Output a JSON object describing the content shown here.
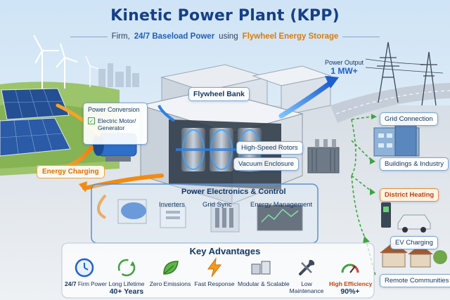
{
  "title": "Kinetic Power Plant (KPP)",
  "subtitle": {
    "prefix": "Firm,",
    "highlight1": "24/7 Baseload Power",
    "middle": "using",
    "highlight2": "Flywheel Energy Storage"
  },
  "power_output": {
    "label": "Power Output",
    "value": "1 MW+"
  },
  "labels": {
    "flywheel_bank": "Flywheel Bank",
    "power_conversion": "Power Conversion",
    "electric_motor": "Electric Motor/\nGenerator",
    "high_speed_rotors": "High-Speed Rotors",
    "vacuum_enclosure": "Vacuum Enclosure",
    "energy_charging": "Energy Charging",
    "power_electronics": "Power Electronics & Control",
    "inverters": "Inverters",
    "grid_sync": "Grid Sync",
    "energy_management": "Energy Management"
  },
  "outputs": [
    {
      "label": "Grid Connection",
      "highlight": false
    },
    {
      "label": "Buildings & Industry",
      "highlight": false
    },
    {
      "label": "District Heating",
      "highlight": true
    },
    {
      "label": "EV Charging",
      "highlight": false
    },
    {
      "label": "Remote Communities",
      "highlight": false
    }
  ],
  "key_advantages": {
    "title": "Key Advantages",
    "items": [
      {
        "icon": "clock-icon",
        "label": "24/7",
        "sub": "Firm Power",
        "big": ""
      },
      {
        "icon": "cycle-icon",
        "label": "Long Lifetime",
        "sub": "",
        "big": "40+ Years"
      },
      {
        "icon": "leaf-icon",
        "label": "Zero Emissions",
        "sub": "",
        "big": ""
      },
      {
        "icon": "lightning-icon",
        "label": "Fast Response",
        "sub": "",
        "big": ""
      },
      {
        "icon": "modules-icon",
        "label": "Modular & Scalable",
        "sub": "",
        "big": ""
      },
      {
        "icon": "wrench-icon",
        "label": "Low",
        "sub": "Maintenance",
        "big": ""
      },
      {
        "icon": "gauge-icon",
        "label": "High Efficiency",
        "sub": "",
        "big": "90%+"
      }
    ]
  },
  "colors": {
    "primary": "#163f86",
    "accent_orange": "#f0a23a",
    "accent_blue": "#2f7fe0",
    "accent_green": "#3fa33f"
  }
}
